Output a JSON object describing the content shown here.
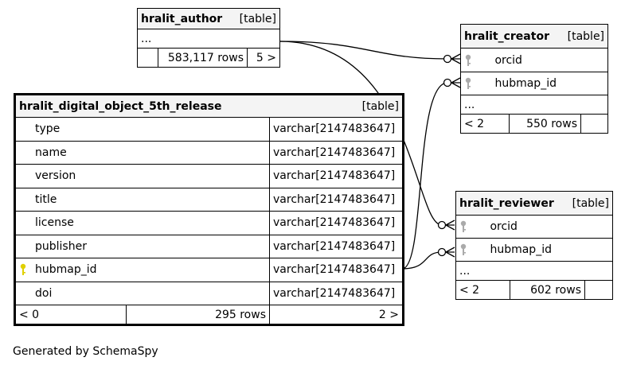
{
  "tables": {
    "author": {
      "name": "hralit_author",
      "kind": "[table]",
      "ellipsis": "...",
      "rows": "583,117 rows",
      "children": "5 >"
    },
    "creator": {
      "name": "hralit_creator",
      "kind": "[table]",
      "columns": [
        "orcid",
        "hubmap_id"
      ],
      "ellipsis": "...",
      "parents": "< 2",
      "rows": "550 rows"
    },
    "reviewer": {
      "name": "hralit_reviewer",
      "kind": "[table]",
      "columns": [
        "orcid",
        "hubmap_id"
      ],
      "ellipsis": "...",
      "parents": "< 2",
      "rows": "602 rows"
    },
    "digital_object": {
      "name": "hralit_digital_object_5th_release",
      "kind": "[table]",
      "columns": [
        {
          "name": "type",
          "type": "varchar[2147483647]"
        },
        {
          "name": "name",
          "type": "varchar[2147483647]"
        },
        {
          "name": "version",
          "type": "varchar[2147483647]"
        },
        {
          "name": "title",
          "type": "varchar[2147483647]"
        },
        {
          "name": "license",
          "type": "varchar[2147483647]"
        },
        {
          "name": "publisher",
          "type": "varchar[2147483647]"
        },
        {
          "name": "hubmap_id",
          "type": "varchar[2147483647]"
        },
        {
          "name": "doi",
          "type": "varchar[2147483647]"
        }
      ],
      "parents": "< 0",
      "rows": "295 rows",
      "children": "2 >"
    }
  },
  "footer": "Generated by SchemaSpy",
  "colors": {
    "key_primary": "#e0d000",
    "key_foreign": "#aaaaaa",
    "header_bg": "#f4f4f4"
  }
}
